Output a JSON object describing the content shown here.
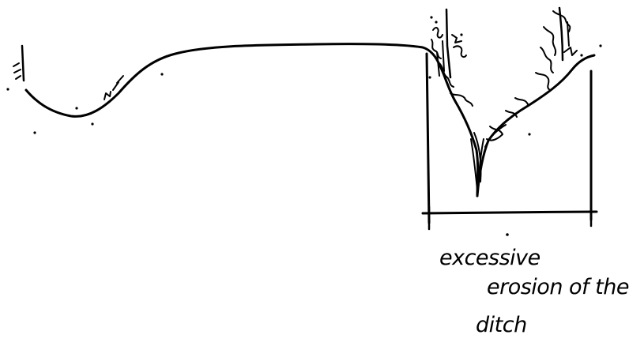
{
  "caption": {
    "lines": [
      "excessive",
      "erosion of the",
      "ditch"
    ]
  },
  "colors": {
    "ink": "#000000",
    "paper": "#ffffff"
  },
  "elements": {
    "ground_profile": "hand-drawn terrain cross-section",
    "ditch_detail": "eroded V-shaped ditch with vegetation on both banks"
  }
}
